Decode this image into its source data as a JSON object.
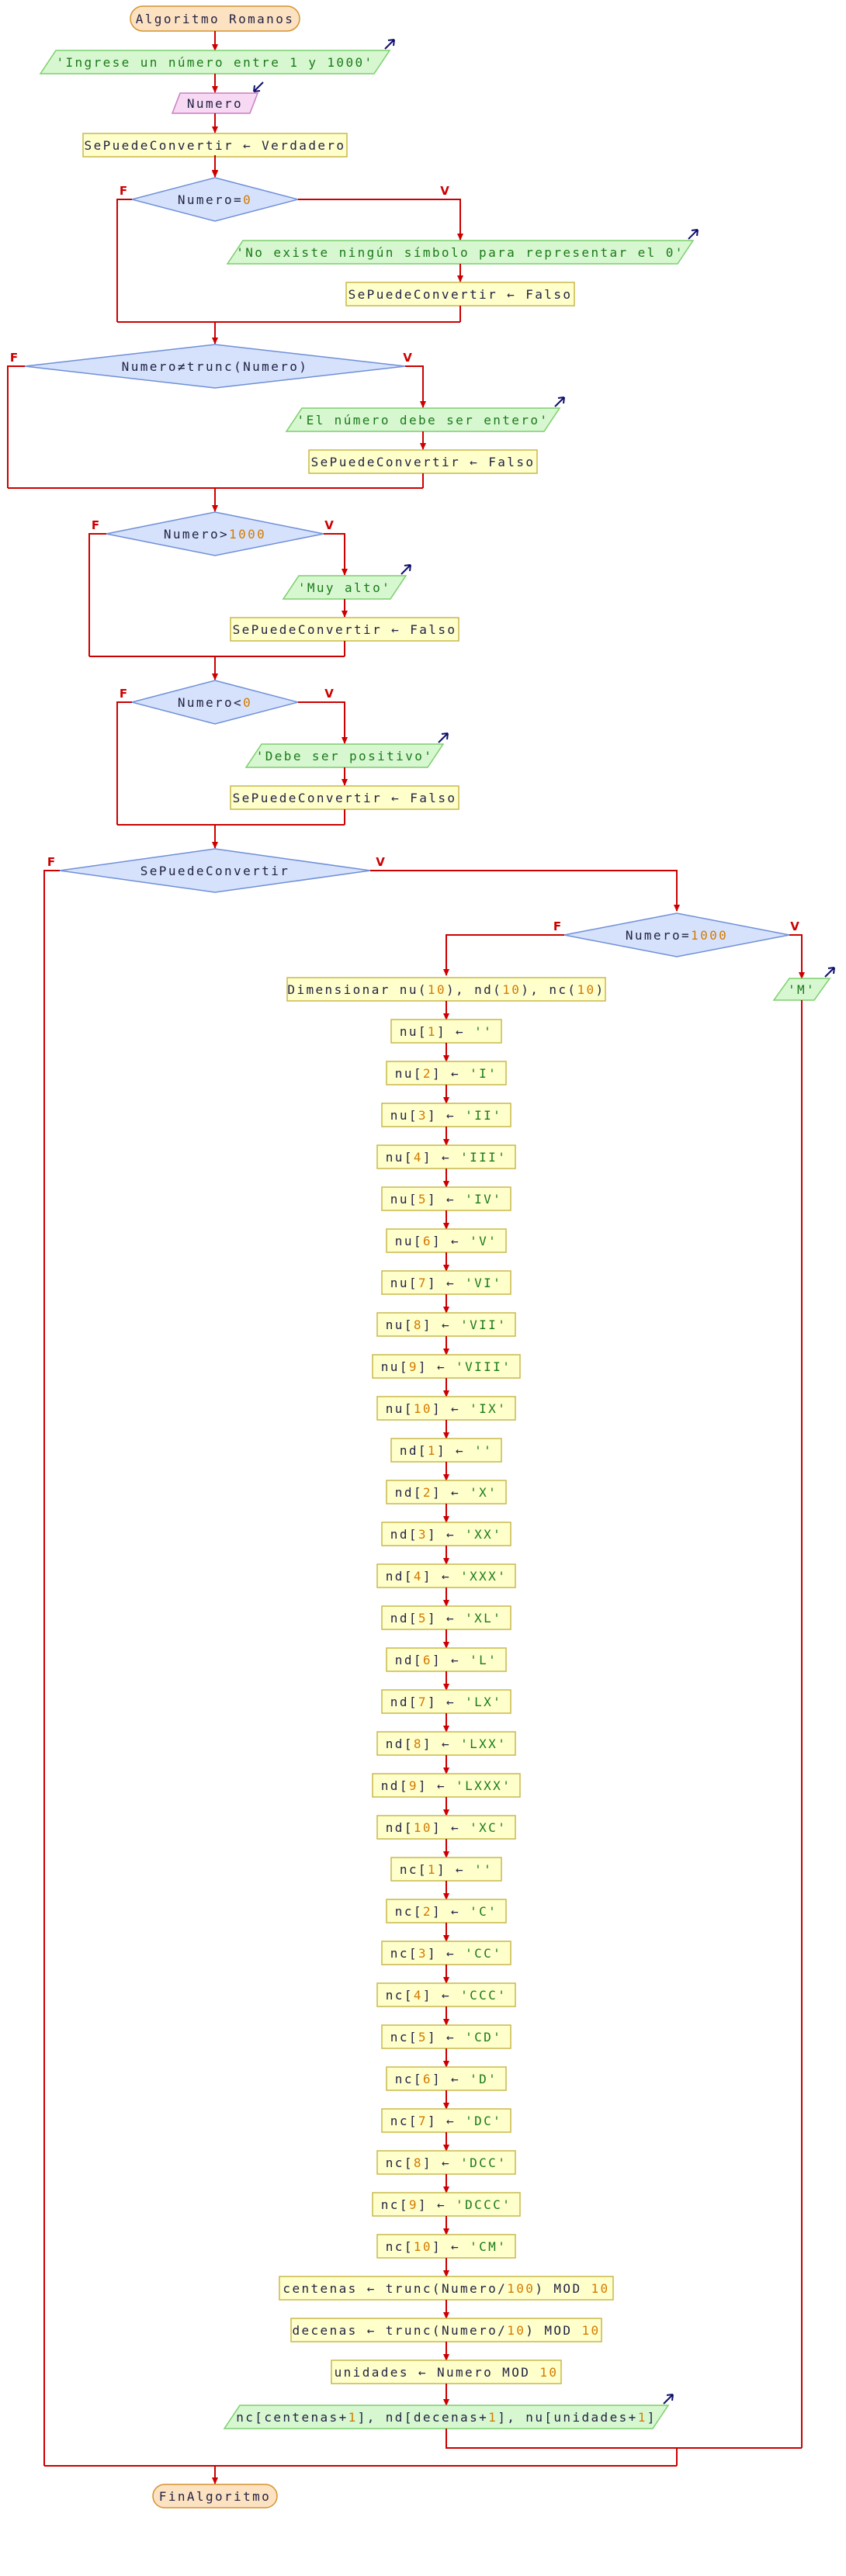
{
  "colors": {
    "line": "#cc0000",
    "text": "#222244",
    "string": "#1a7a1a",
    "number": "#d47a00",
    "terminal_fill": "#fde2c2",
    "terminal_stroke": "#d4922f",
    "process_fill": "#ffffcc",
    "process_stroke": "#c8b84a",
    "io_fill": "#d7f7d0",
    "io_stroke": "#7ccf6d",
    "read_fill": "#f7d9f4",
    "read_stroke": "#c97ec1",
    "decision_fill": "#d6e2fb",
    "decision_stroke": "#6f8fd8"
  },
  "flowchart": {
    "start": "Algoritmo Romanos",
    "end": "FinAlgoritmo",
    "prompt": "'Ingrese un número entre 1 y 1000'",
    "read_var": "Numero",
    "init": "SePuedeConvertir ← Verdadero",
    "false_label": "F",
    "true_label": "V",
    "checks": [
      {
        "cond": [
          "Numero=",
          {
            "n": "0"
          }
        ],
        "message": "'No existe ningún símbolo para representar el 0'",
        "assign": "SePuedeConvertir ← Falso"
      },
      {
        "cond": [
          "Numero≠trunc(Numero)"
        ],
        "message": "'El número debe ser entero'",
        "assign": "SePuedeConvertir ← Falso"
      },
      {
        "cond": [
          "Numero>",
          {
            "n": "1000"
          }
        ],
        "message": "'Muy alto'",
        "assign": "SePuedeConvertir ← Falso"
      },
      {
        "cond": [
          "Numero<",
          {
            "n": "0"
          }
        ],
        "message": "'Debe ser positivo'",
        "assign": "SePuedeConvertir ← Falso"
      }
    ],
    "main_cond": "SePuedeConvertir",
    "thousand_cond": [
      "Numero=",
      {
        "n": "1000"
      }
    ],
    "thousand_output": "'M'",
    "dimension": [
      "Dimensionar nu(",
      {
        "n": "10"
      },
      "), nd(",
      {
        "n": "10"
      },
      "), nc(",
      {
        "n": "10"
      },
      ")"
    ],
    "assignments": [
      {
        "arr": "nu",
        "i": "1",
        "v": "''"
      },
      {
        "arr": "nu",
        "i": "2",
        "v": "'I'"
      },
      {
        "arr": "nu",
        "i": "3",
        "v": "'II'"
      },
      {
        "arr": "nu",
        "i": "4",
        "v": "'III'"
      },
      {
        "arr": "nu",
        "i": "5",
        "v": "'IV'"
      },
      {
        "arr": "nu",
        "i": "6",
        "v": "'V'"
      },
      {
        "arr": "nu",
        "i": "7",
        "v": "'VI'"
      },
      {
        "arr": "nu",
        "i": "8",
        "v": "'VII'"
      },
      {
        "arr": "nu",
        "i": "9",
        "v": "'VIII'"
      },
      {
        "arr": "nu",
        "i": "10",
        "v": "'IX'"
      },
      {
        "arr": "nd",
        "i": "1",
        "v": "''"
      },
      {
        "arr": "nd",
        "i": "2",
        "v": "'X'"
      },
      {
        "arr": "nd",
        "i": "3",
        "v": "'XX'"
      },
      {
        "arr": "nd",
        "i": "4",
        "v": "'XXX'"
      },
      {
        "arr": "nd",
        "i": "5",
        "v": "'XL'"
      },
      {
        "arr": "nd",
        "i": "6",
        "v": "'L'"
      },
      {
        "arr": "nd",
        "i": "7",
        "v": "'LX'"
      },
      {
        "arr": "nd",
        "i": "8",
        "v": "'LXX'"
      },
      {
        "arr": "nd",
        "i": "9",
        "v": "'LXXX'"
      },
      {
        "arr": "nd",
        "i": "10",
        "v": "'XC'"
      },
      {
        "arr": "nc",
        "i": "1",
        "v": "''"
      },
      {
        "arr": "nc",
        "i": "2",
        "v": "'C'"
      },
      {
        "arr": "nc",
        "i": "3",
        "v": "'CC'"
      },
      {
        "arr": "nc",
        "i": "4",
        "v": "'CCC'"
      },
      {
        "arr": "nc",
        "i": "5",
        "v": "'CD'"
      },
      {
        "arr": "nc",
        "i": "6",
        "v": "'D'"
      },
      {
        "arr": "nc",
        "i": "7",
        "v": "'DC'"
      },
      {
        "arr": "nc",
        "i": "8",
        "v": "'DCC'"
      },
      {
        "arr": "nc",
        "i": "9",
        "v": "'DCCC'"
      },
      {
        "arr": "nc",
        "i": "10",
        "v": "'CM'"
      }
    ],
    "computations": [
      [
        "centenas ← trunc(Numero/",
        {
          "n": "100"
        },
        ") MOD ",
        {
          "n": "10"
        }
      ],
      [
        "decenas ← trunc(Numero/",
        {
          "n": "10"
        },
        ") MOD ",
        {
          "n": "10"
        }
      ],
      [
        "unidades ← Numero MOD ",
        {
          "n": "10"
        }
      ]
    ],
    "final_output": [
      "nc[centenas+",
      {
        "n": "1"
      },
      "], nd[decenas+",
      {
        "n": "1"
      },
      "], nu[unidades+",
      {
        "n": "1"
      },
      "]"
    ]
  }
}
